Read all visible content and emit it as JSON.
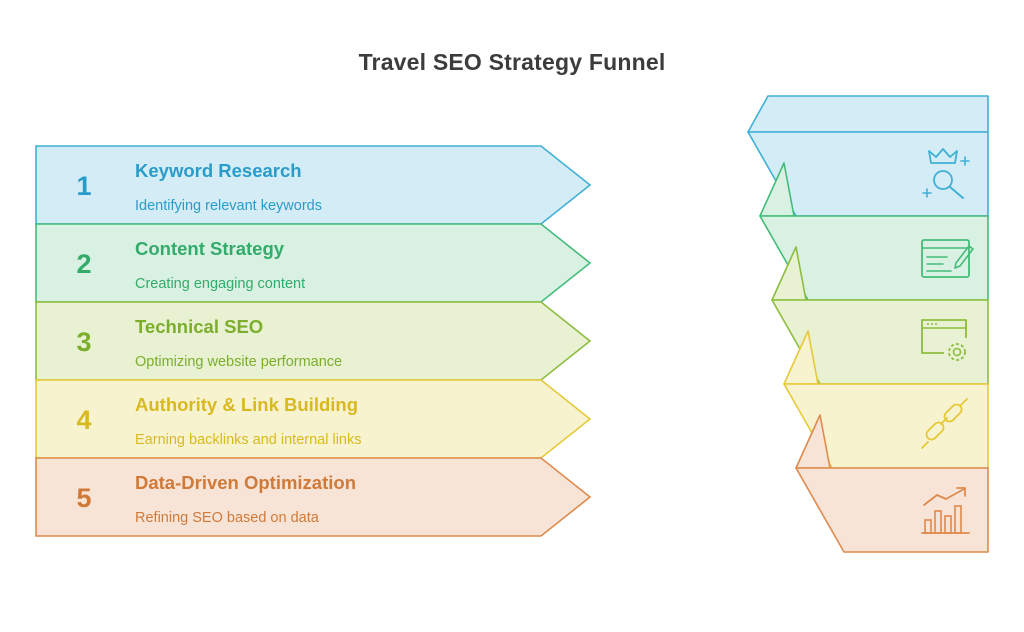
{
  "title": "Travel SEO Strategy Funnel",
  "steps": [
    {
      "number": "1",
      "title": "Keyword Research",
      "description": "Identifying relevant keywords",
      "icon": "crown-search-icon",
      "fill": "#d4ecf6",
      "stroke": "#3fb0d6",
      "text": "#2a9cc9"
    },
    {
      "number": "2",
      "title": "Content Strategy",
      "description": "Creating engaging content",
      "icon": "content-edit-icon",
      "fill": "#d9f1e3",
      "stroke": "#43bc7a",
      "text": "#33ab6a"
    },
    {
      "number": "3",
      "title": "Technical SEO",
      "description": "Optimizing website performance",
      "icon": "browser-gear-icon",
      "fill": "#e8f1d2",
      "stroke": "#8dbd3e",
      "text": "#7cae2c"
    },
    {
      "number": "4",
      "title": "Authority & Link Building",
      "description": "Earning backlinks and internal links",
      "icon": "chain-link-icon",
      "fill": "#f8f3cf",
      "stroke": "#e5c93a",
      "text": "#d9b920"
    },
    {
      "number": "5",
      "title": "Data-Driven Optimization",
      "description": "Refining SEO based on data",
      "icon": "growth-chart-icon",
      "fill": "#f8e4d6",
      "stroke": "#de8a4d",
      "text": "#d07a3a"
    }
  ]
}
